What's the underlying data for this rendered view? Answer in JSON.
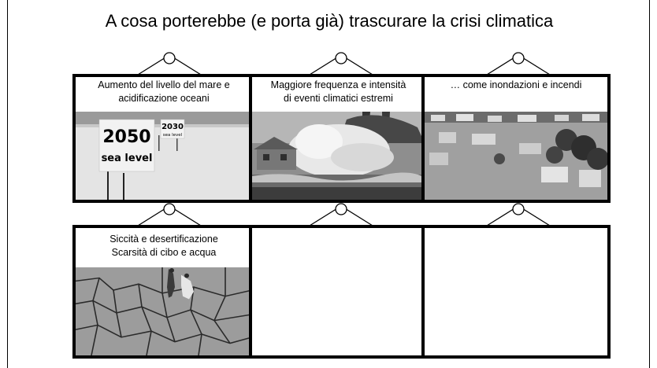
{
  "title": "A cosa porterebbe (e porta già) trascurare la crisi climatica",
  "panels": [
    {
      "caption_lines": [
        "Aumento del livello del mare e",
        "acidificazione oceani"
      ],
      "image": "sea-level-signs-photo",
      "sign_texts": [
        "2050",
        "sea level",
        "2030",
        "sea level"
      ]
    },
    {
      "caption_lines": [
        "Maggiore frequenza e intensità",
        "di eventi climatici estremi"
      ],
      "image": "storm-wave-house-photo"
    },
    {
      "caption_lines": [
        "… come inondazioni e incendi"
      ],
      "image": "flooded-neighborhood-photo"
    },
    {
      "caption_lines": [
        "Siccità e desertificazione",
        "Scarsità di cibo e acqua"
      ],
      "image": "cracked-dry-earth-photo"
    },
    {
      "caption_lines": [],
      "image": ""
    },
    {
      "caption_lines": [],
      "image": ""
    }
  ]
}
